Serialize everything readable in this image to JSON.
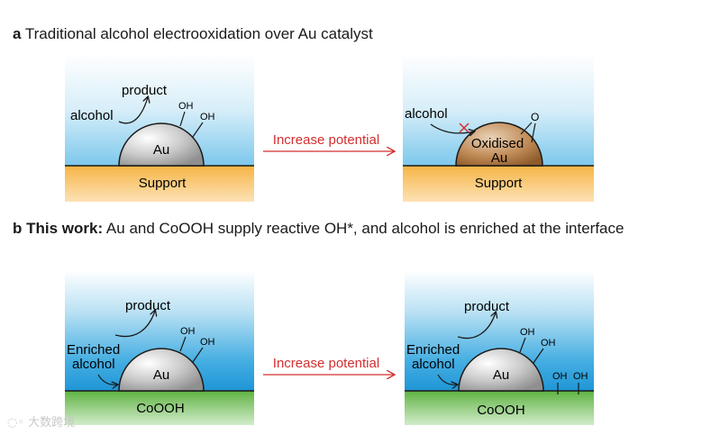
{
  "panel_a": {
    "label": "a",
    "title": "Traditional alcohol electrooxidation over Au catalyst",
    "left": {
      "product": "product",
      "alcohol": "alcohol",
      "oh1": "OH",
      "oh2": "OH",
      "particle": "Au",
      "support": "Support"
    },
    "arrow_label": "Increase potential",
    "right": {
      "alcohol": "alcohol",
      "oxygen": "O",
      "particle_line1": "Oxidised",
      "particle_line2": "Au",
      "support": "Support"
    }
  },
  "panel_b": {
    "label": "b This work:",
    "title": "Au and CoOOH supply reactive OH*, and alcohol is enriched at the interface",
    "left": {
      "product": "product",
      "enriched1": "Enriched",
      "enriched2": "alcohol",
      "oh1": "OH",
      "oh2": "OH",
      "particle": "Au",
      "support": "CoOOH"
    },
    "arrow_label": "Increase potential",
    "right": {
      "product": "product",
      "enriched1": "Enriched",
      "enriched2": "alcohol",
      "oh1": "OH",
      "oh2": "OH",
      "particle": "Au",
      "oh3": "OH",
      "oh4": "OH",
      "support": "CoOOH"
    }
  },
  "watermark": "大数跨境",
  "colors": {
    "arrow_red": "#d32f2f",
    "support_orange": "#f6b94f",
    "cooh_green": "#68b84a",
    "water_blue": "#55b7e6",
    "au_gray": "#b9b9b9",
    "oxidised_brown": "#b27a44"
  }
}
